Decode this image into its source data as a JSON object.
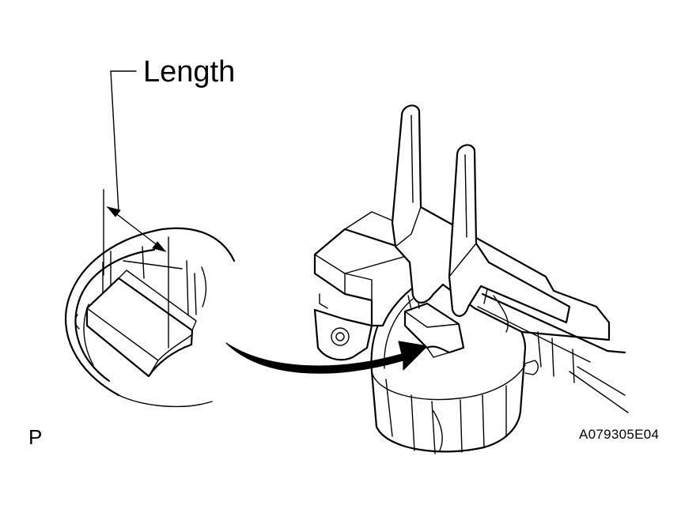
{
  "labels": {
    "dimension": "Length",
    "view": "P",
    "figure_code": "A079305E04"
  },
  "colors": {
    "line": "#000000",
    "background": "#ffffff"
  }
}
